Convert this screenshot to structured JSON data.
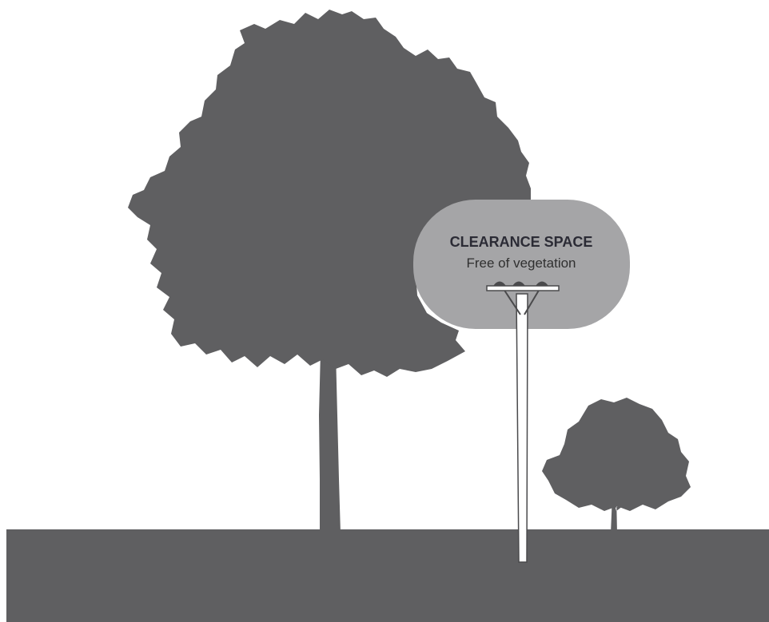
{
  "clearance_label": {
    "title": "CLEARANCE SPACE",
    "subtitle": "Free of vegetation"
  },
  "colors": {
    "foliage": "#5f5f61",
    "ground": "#5f5f61",
    "trunk": "#5f5f61",
    "clearance_zone": "#a5a5a7",
    "pole": "#ffffff",
    "pole_outline": "#4a4a4c",
    "label_title": "#2b2b35",
    "label_subtitle": "#303030",
    "background": "#ffffff"
  },
  "elements": {
    "large_tree": "large-tree",
    "small_tree": "small-tree",
    "utility_pole": "utility-pole",
    "ground": "ground",
    "clearance_zone": "clearance-zone"
  }
}
